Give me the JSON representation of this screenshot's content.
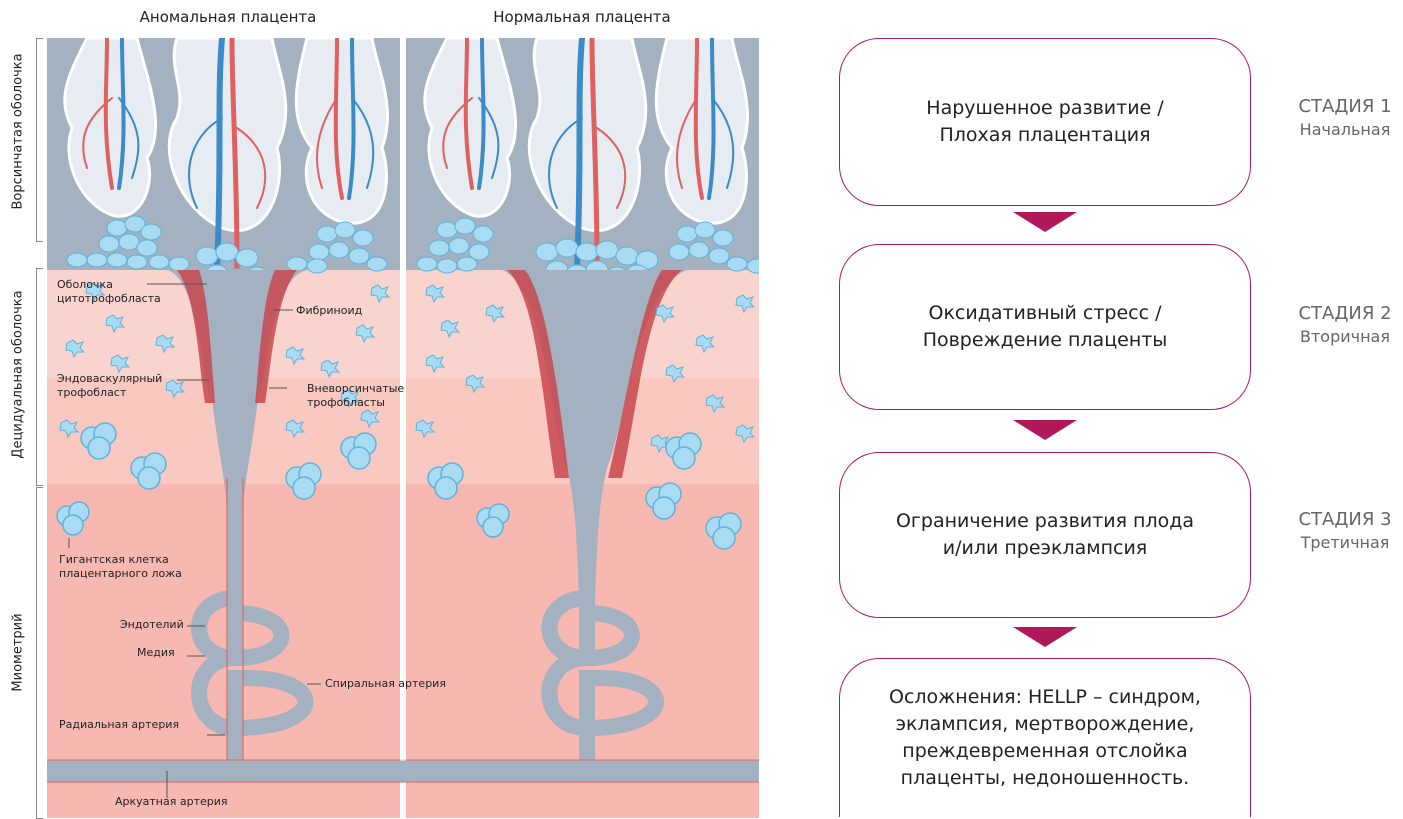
{
  "titles": {
    "abnormal": "Аномальная плацента",
    "normal": "Нормальная плацента"
  },
  "layers": {
    "chorion": "Ворсинчатая оболочка",
    "decidua": "Децидуальная оболочка",
    "myometrium": "Миометрий"
  },
  "annotations": {
    "cytotrophoblast_shell_1": "Оболочка",
    "cytotrophoblast_shell_2": "цитотрофобласта",
    "fibrinoid": "Фибриноид",
    "endovascular_1": "Эндоваскулярный",
    "endovascular_2": "трофобласт",
    "extravillous_1": "Вневорсинчатые",
    "extravillous_2": "трофобласты",
    "giant_cell_1": "Гигантская клетка",
    "giant_cell_2": "плацентарного ложа",
    "endothelium": "Эндотелий",
    "media": "Медия",
    "spiral_artery": "Спиральная артерия",
    "radial_artery": "Радиальная артерия",
    "arcuate_artery": "Аркуатная артерия"
  },
  "stages": [
    {
      "box_line1": "Нарушенное развитие /",
      "box_line2": "Плохая плацентация",
      "tag": "СТАДИЯ 1",
      "sub": "Начальная"
    },
    {
      "box_line1": "Оксидативный стресс /",
      "box_line2": "Повреждение плаценты",
      "tag": "СТАДИЯ 2",
      "sub": "Вторичная"
    },
    {
      "box_line1": "Ограничение развития плода",
      "box_line2": "и/или преэклампсия",
      "tag": "СТАДИЯ 3",
      "sub": "Третичная"
    }
  ],
  "complications": {
    "line1": "Осложнения: HELLP – синдром,",
    "line2": "эклампсия, мертворождение,",
    "line3": "преждевременная отслойка",
    "line4": "плаценты, недоношенность."
  },
  "colors": {
    "chorion_bg": "#a4b1c0",
    "decidua_bg": "#f9d3cd",
    "myometrium_bg": "#f6b8b0",
    "artery_red": "#e0605f",
    "vein_blue": "#3a8bc7",
    "cell_blue": "#a9dcf2",
    "accent": "#b0185a"
  }
}
